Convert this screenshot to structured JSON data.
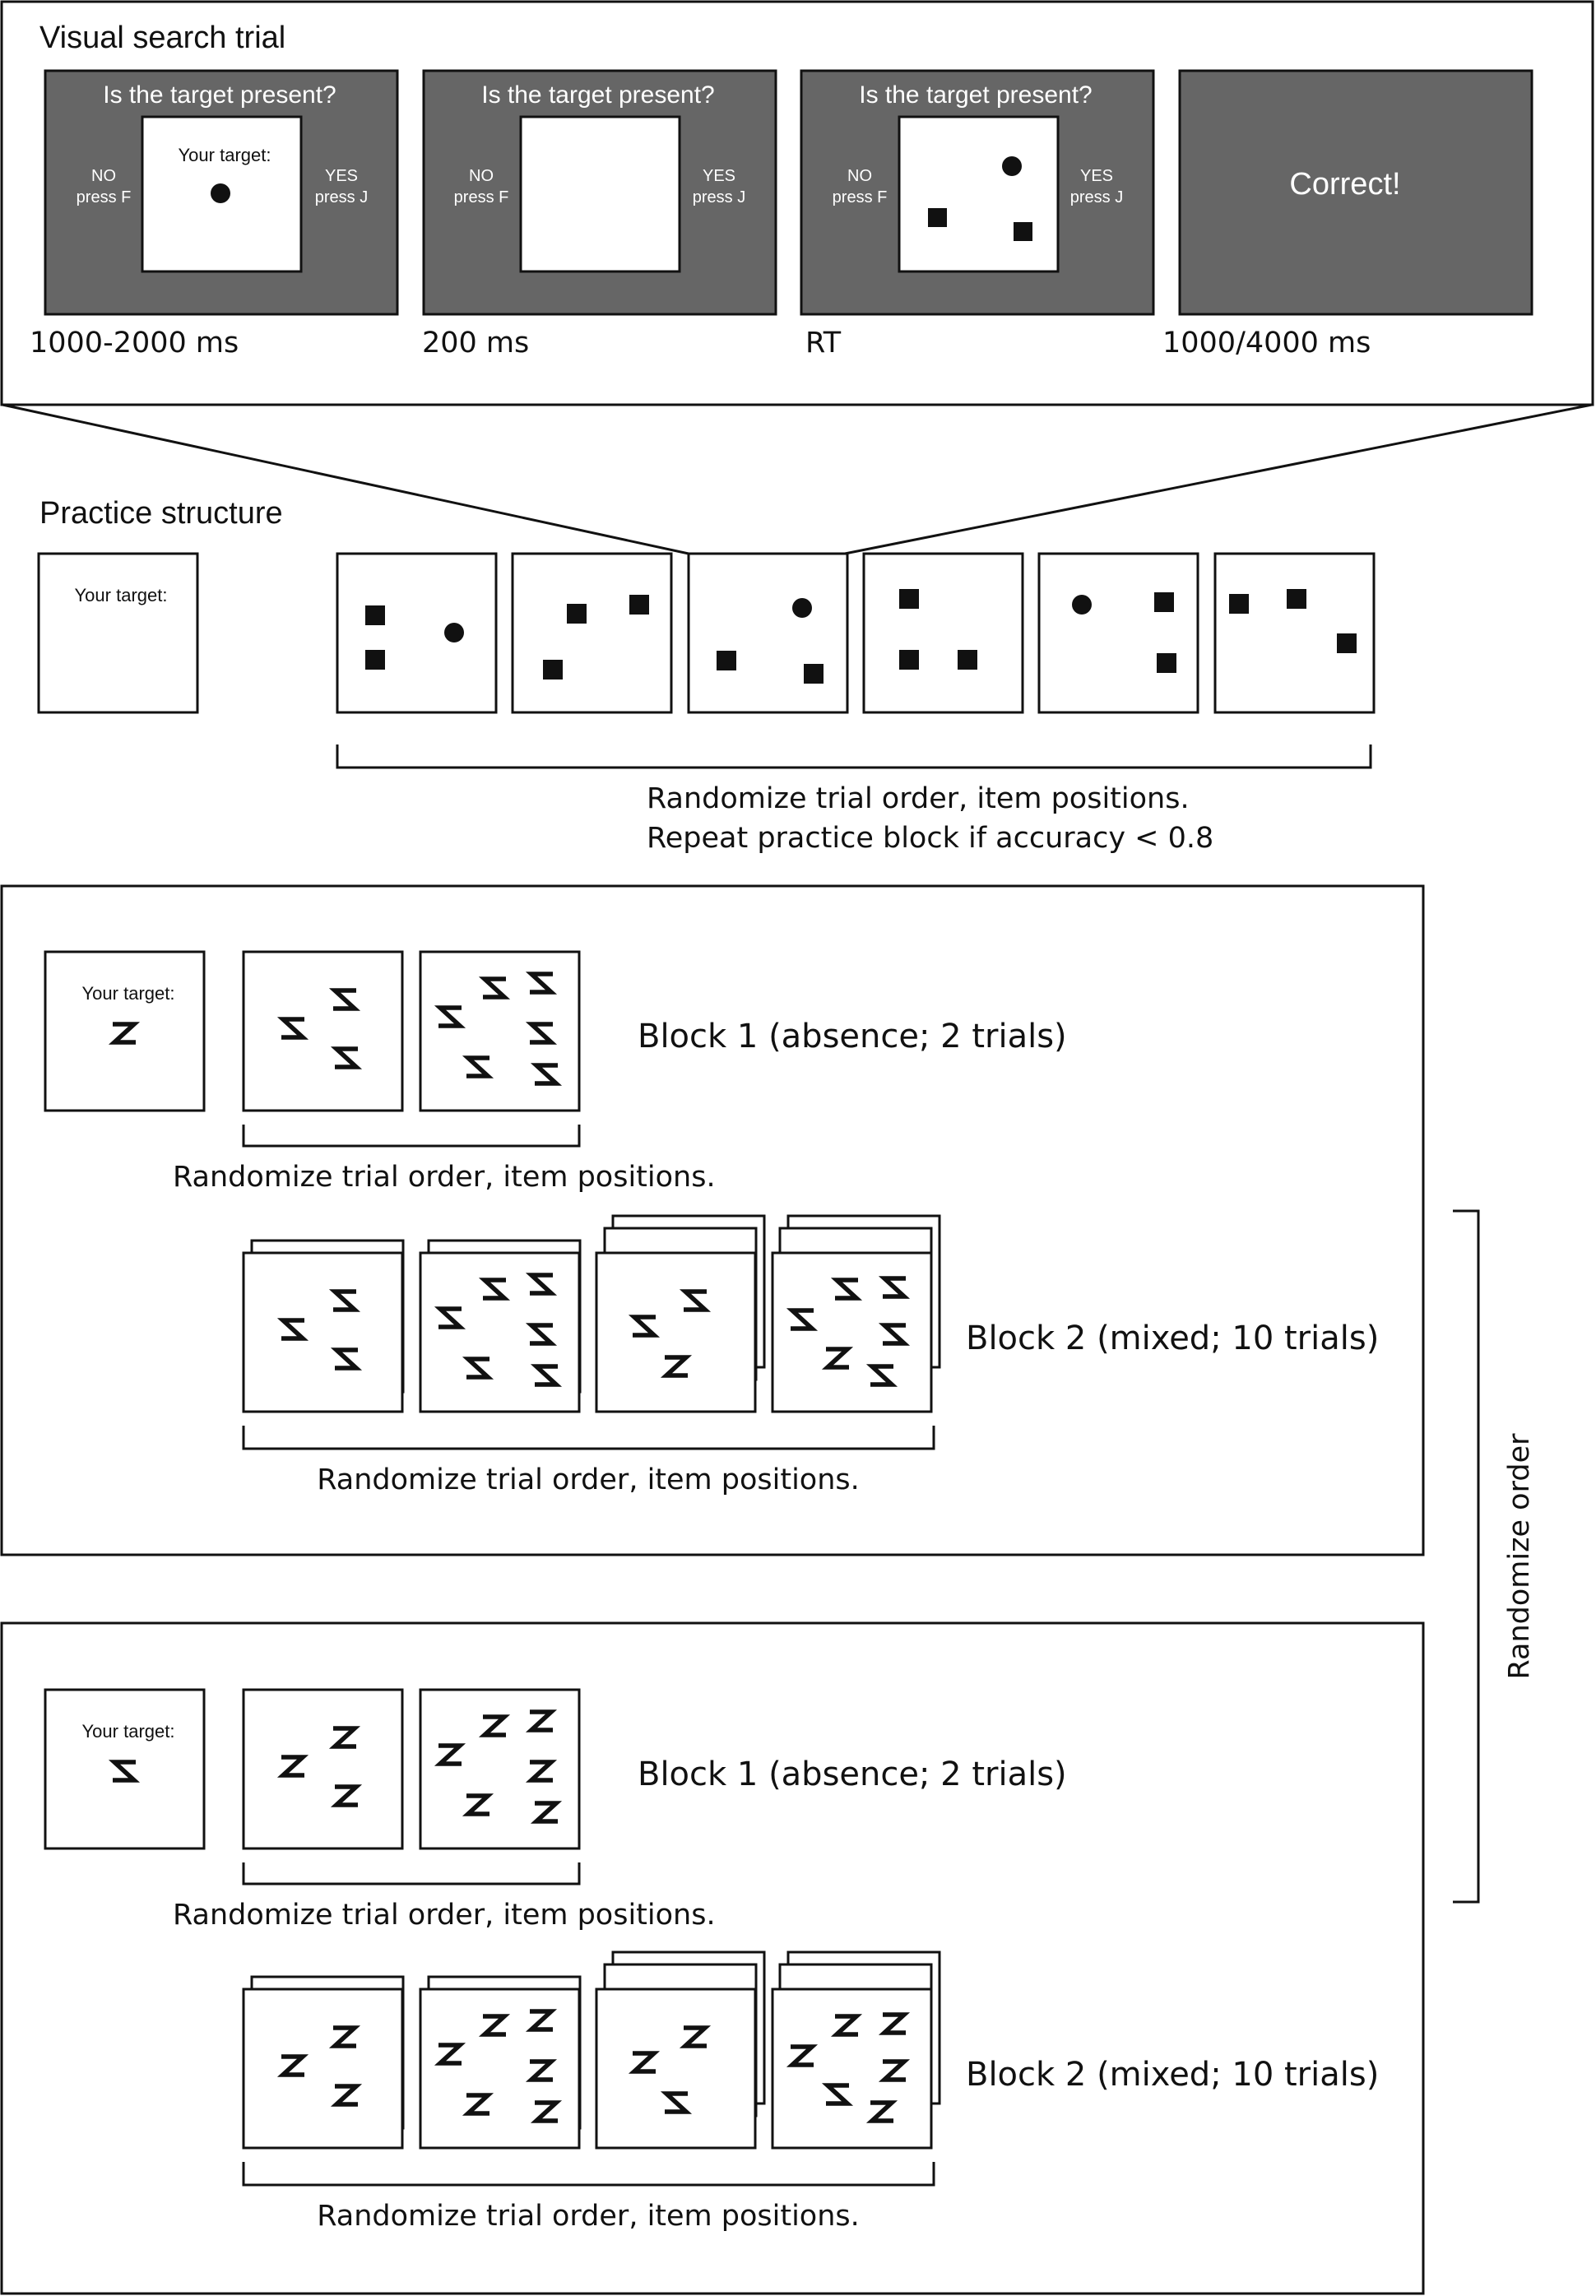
{
  "colors": {
    "screen_gray": "#666666",
    "ink": "#111111",
    "paper": "#ffffff"
  },
  "visual_search": {
    "title": "Visual search trial",
    "prompt": "Is the target present?",
    "your_target": "Your target:",
    "no_line1": "NO",
    "no_line2": "press F",
    "yes_line1": "YES",
    "yes_line2": "press J",
    "feedback": "Correct!",
    "timings": [
      "1000-2000 ms",
      "200 ms",
      "RT",
      "1000/4000 ms"
    ]
  },
  "practice": {
    "title": "Practice structure",
    "your_target": "Your target:",
    "note_line1": "Randomize trial order, item positions.",
    "note_line2": "Repeat practice block if accuracy < 0.8"
  },
  "condition_a": {
    "your_target": "Your target:",
    "target_glyph": "Z",
    "block1_label": "Block 1 (absence; 2 trials)",
    "block1_note": "Randomize trial order, item positions.",
    "block2_label": "Block 2 (mixed; 10 trials)",
    "block2_note": "Randomize trial order, item positions."
  },
  "condition_b": {
    "your_target": "Your target:",
    "target_glyph": "S",
    "block1_label": "Block 1 (absence; 2 trials)",
    "block1_note": "Randomize trial order, item positions.",
    "block2_label": "Block 2 (mixed; 10 trials)",
    "block2_note": "Randomize trial order, item positions."
  },
  "randomize_order": "Randomize order"
}
